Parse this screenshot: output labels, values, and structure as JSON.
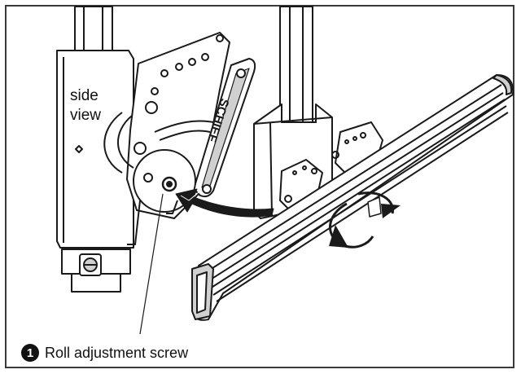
{
  "figure": {
    "side_label_line1": "side",
    "side_label_line2": "view",
    "callout_number": "1",
    "callout_text": "Roll adjustment screw",
    "brand_text": "SCHIEF",
    "stroke_color": "#1a1a1a",
    "shade_color": "#d0d0d0",
    "fill_color": "#ffffff"
  }
}
